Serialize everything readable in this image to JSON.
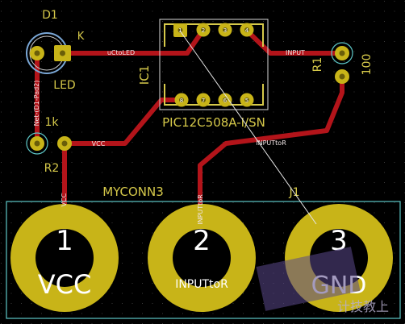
{
  "board": {
    "colors": {
      "background": "#000000",
      "grid": "#3a3a3a",
      "track": "#b3141a",
      "pad_copper": "#c8b418",
      "pad_inner": "#9a8a10",
      "silkscreen": "#d6c94a",
      "outline": "#5ec8c8",
      "ratsnest": "#e6e6e6",
      "watermark": "#5b4a8c"
    }
  },
  "components": {
    "d1": {
      "ref": "D1",
      "value": "LED",
      "pin_k": "K",
      "net_label": "Net-(D1-Pad2)"
    },
    "ic1": {
      "ref": "IC1",
      "value": "PIC12C508A-I/SN",
      "pins": [
        "1",
        "2",
        "3",
        "4",
        "5",
        "6",
        "7",
        "8"
      ]
    },
    "r1": {
      "ref": "R1",
      "value": "100"
    },
    "r2": {
      "ref": "R2",
      "value": "1k"
    },
    "j1": {
      "ref": "J1",
      "value": "MYCONN3"
    }
  },
  "nets": {
    "uctoled": "uCtoLED",
    "input": "INPUT",
    "inputtor": "INPUTtoR",
    "vcc": "VCC",
    "gnd": "GND"
  },
  "connector": {
    "pads": [
      {
        "number": "1",
        "label": "VCC"
      },
      {
        "number": "2",
        "label": "INPUTtoR"
      },
      {
        "number": "3",
        "label": "GND"
      }
    ]
  },
  "watermark": {
    "text": "计技教上"
  }
}
